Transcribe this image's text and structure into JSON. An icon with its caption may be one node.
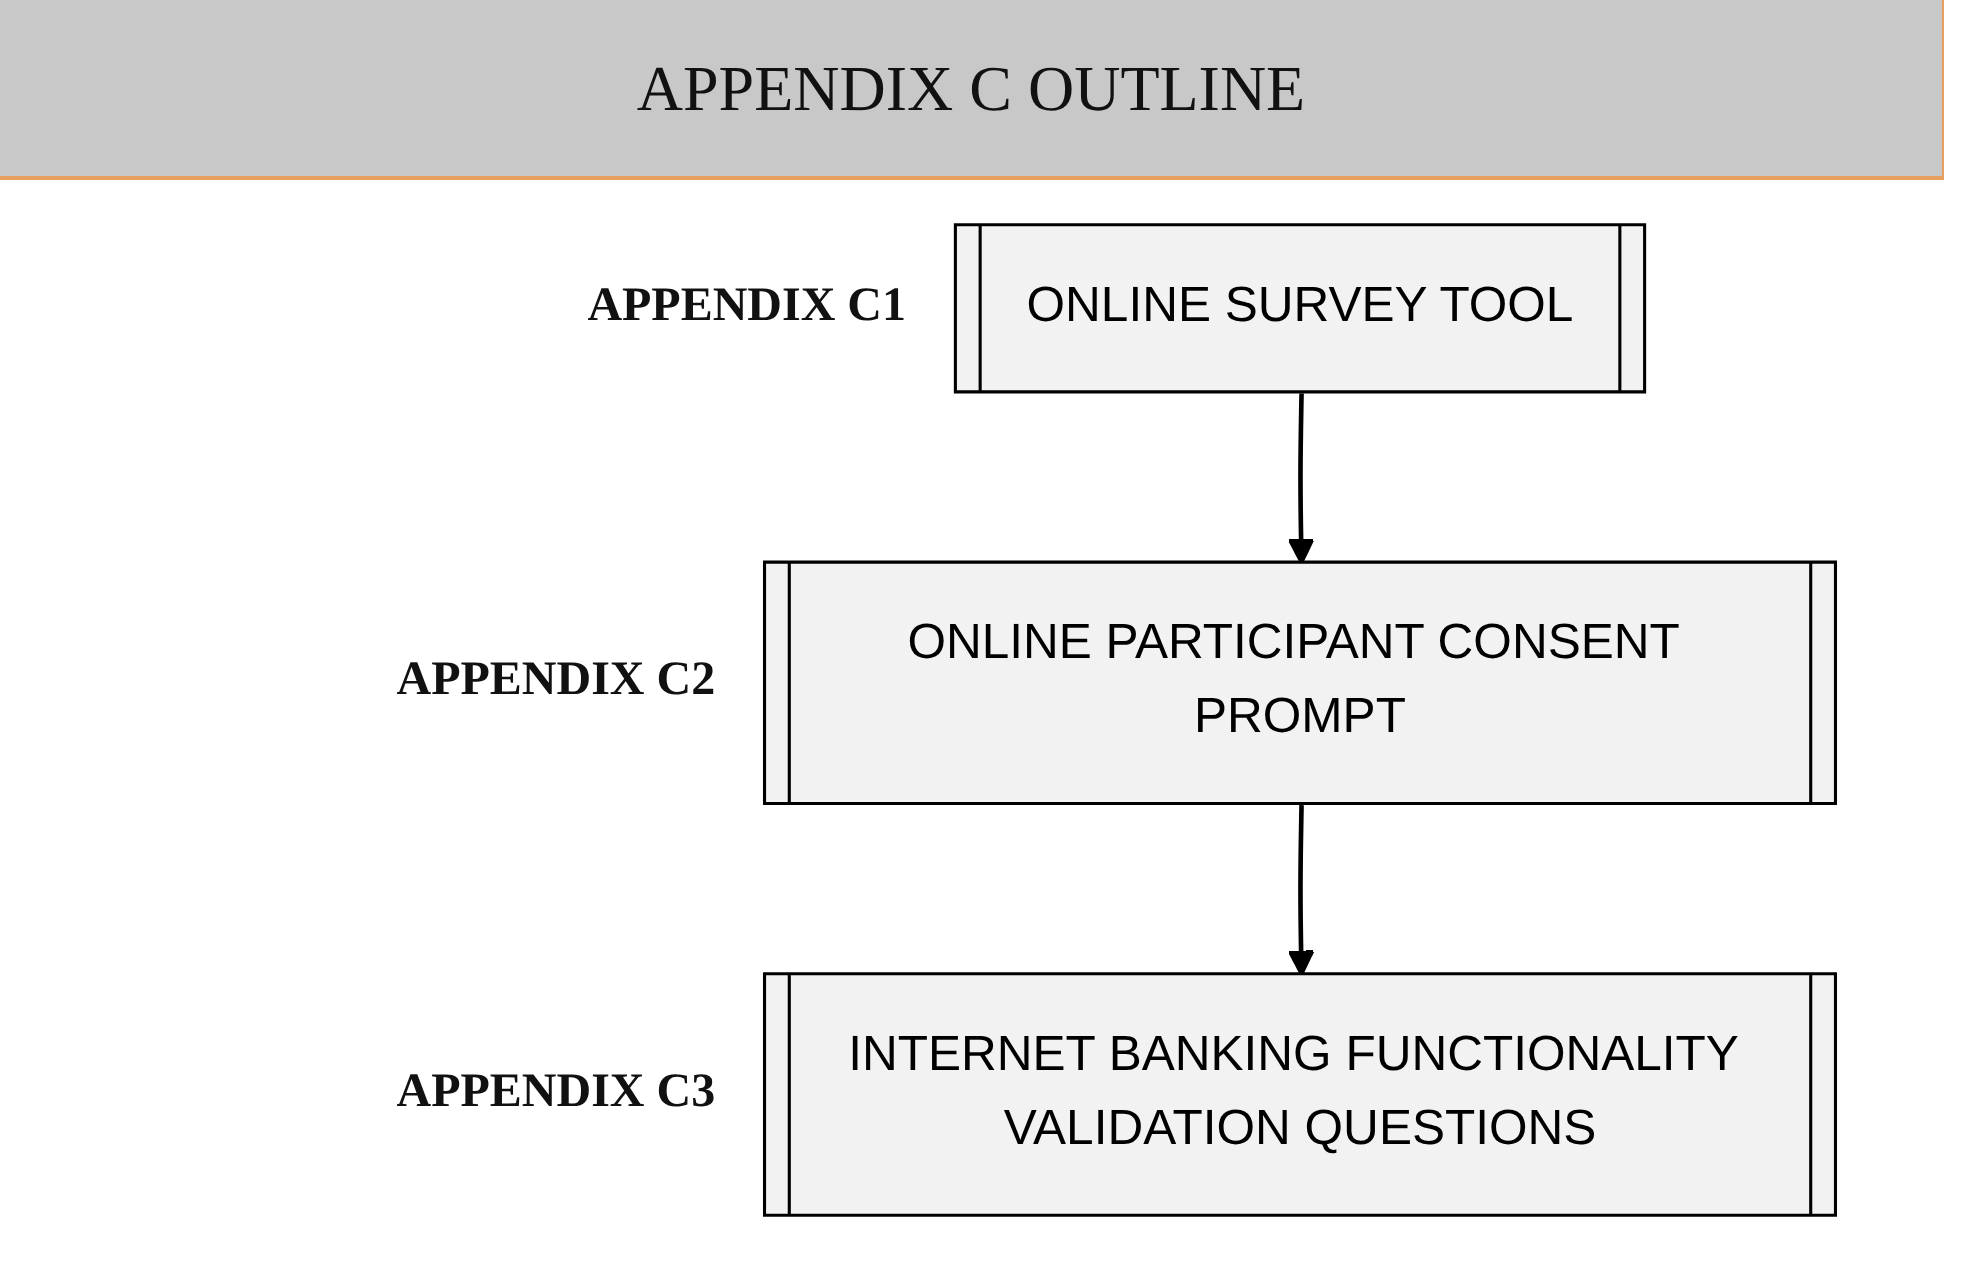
{
  "diagram": {
    "title": "APPENDIX C OUTLINE",
    "nodes": [
      {
        "text": [
          "ONLINE SURVEY TOOL"
        ],
        "beside": [
          "APPENDIX C1"
        ]
      },
      {
        "text": [
          "ONLINE PARTICIPANT CONSENT PROMPT"
        ],
        "beside": [
          "APPENDIX C2"
        ]
      },
      {
        "text": [
          "INTERNET BANKING FUNCTIONALITY VALIDATION QUESTIONS"
        ],
        "beside": [
          "APPENDIX C3"
        ]
      }
    ],
    "edges": [
      {
        "from": 0,
        "to": 1,
        "arrow": "to"
      },
      {
        "from": 1,
        "to": 2,
        "arrow": "to"
      }
    ]
  }
}
